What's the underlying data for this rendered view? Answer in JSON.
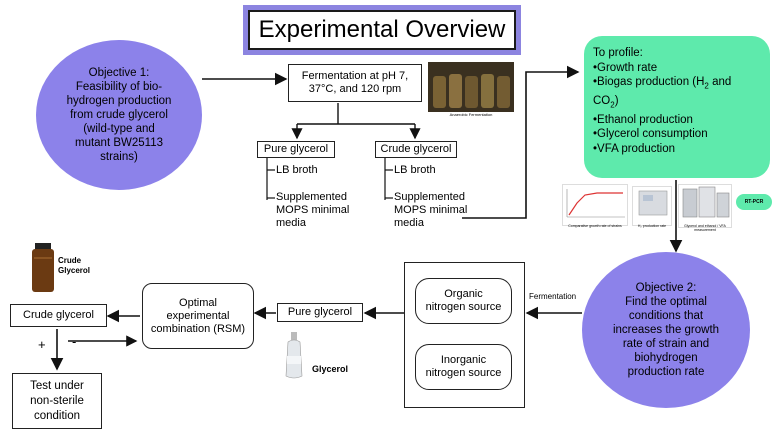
{
  "title": "Experimental Overview",
  "objective1": {
    "lines": [
      "Objective 1:",
      "Feasibility of bio-",
      "hydrogen production",
      "from crude glycerol",
      "(wild-type and",
      "mutant BW25113",
      "strains)"
    ]
  },
  "fermentation": {
    "lines": [
      "Fermentation at pH 7,",
      "37°C, and 120 rpm"
    ]
  },
  "photo_caption": "Anaerobic Fermentation",
  "pure_glycerol_top": "Pure glycerol",
  "crude_glycerol_top": "Crude glycerol",
  "media_left": [
    "LB broth",
    "Supplemented",
    "MOPS minimal",
    "media"
  ],
  "media_right": [
    "LB broth",
    "Supplemented",
    "MOPS minimal",
    "media"
  ],
  "profile": {
    "heading": "To profile:",
    "items": [
      "•Growth rate",
      "•Biogas production (H",
      "2",
      " and",
      "CO",
      "2",
      ")",
      "•Ethanol production",
      "•Glycerol consumption",
      "•VFA production"
    ]
  },
  "equipment_labels": [
    "Comparative growth rate of strains",
    "H₂ production rate",
    "Glycerol and ethanol / VFA measurement",
    "RT-PCR"
  ],
  "objective2": {
    "lines": [
      "Objective 2:",
      "Find the optimal",
      "conditions that",
      "increases the growth",
      "rate of strain and",
      "biohydrogen",
      "production rate"
    ]
  },
  "fermentation_label": "Fermentation",
  "organic": [
    "Organic",
    "nitrogen source"
  ],
  "inorganic": [
    "Inorganic",
    "nitrogen source"
  ],
  "pure_glycerol_bottom": "Pure glycerol",
  "glycerol_label": "Glycerol",
  "optimal": [
    "Optimal",
    "experimental",
    "combination (RSM)"
  ],
  "crude_glycerol_bottom": "Crude glycerol",
  "crude_glycerol_bottle": [
    "Crude",
    "Glycerol"
  ],
  "plus": "+",
  "minus": "-",
  "test": [
    "Test under",
    "non-sterile",
    "condition"
  ],
  "colors": {
    "purple": "#8c82ea",
    "green": "#5eeaac",
    "title_border": "#8c84e0"
  }
}
